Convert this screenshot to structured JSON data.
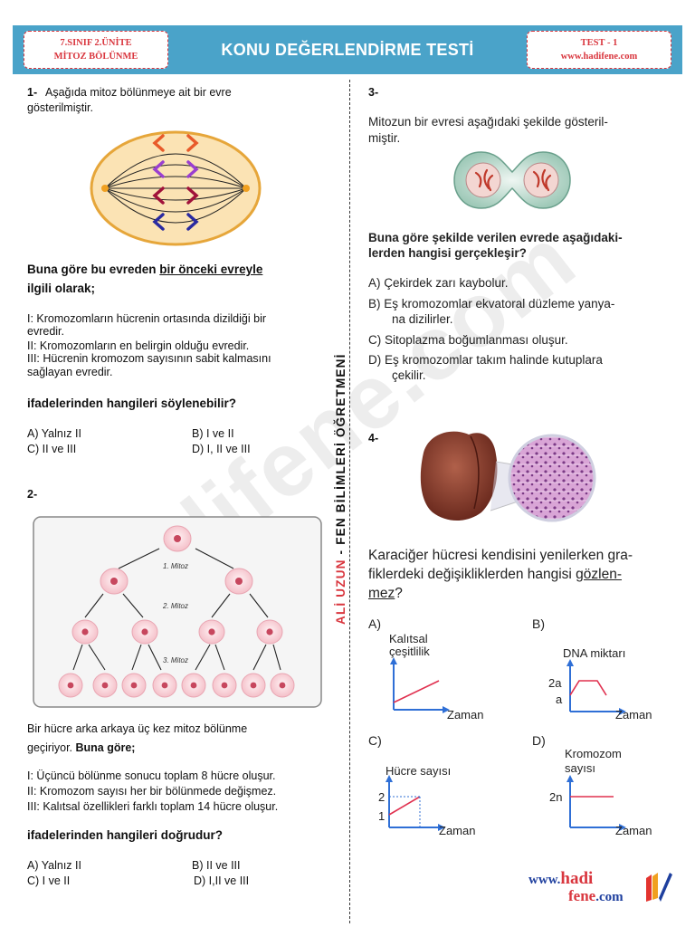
{
  "header": {
    "left_line1": "7.SINIF 2.ÜNİTE",
    "left_line2": "MİTOZ BÖLÜNME",
    "title": "KONU DEĞERLENDİRME TESTİ",
    "right_line1": "TEST - 1",
    "right_line2": "www.hadifene.com"
  },
  "vertical": {
    "red": "ALİ UZUN",
    "black": " - FEN BİLİMLERİ ÖĞRETMENİ"
  },
  "watermark": "hadifene.com",
  "q1": {
    "num": "1-",
    "intro_line1": "Aşağıda mitoz bölünmeye ait bir evre",
    "intro_line2": "gösterilmiştir.",
    "prompt_a": "Buna göre bu evreden ",
    "prompt_underlined": "bir önceki evreyle",
    "prompt_b": "ilgili olarak;",
    "s1_line1": "I: Kromozomların hücrenin ortasında dizildiği bir",
    "s1_line2": "evredir.",
    "s2": "II: Kromozomların en belirgin olduğu evredir.",
    "s3_line1": "III: Hücrenin kromozom sayısının sabit kalmasını",
    "s3_line2": "sağlayan evredir.",
    "question": "ifadelerinden hangileri söylenebilir?",
    "options": {
      "a": "A) Yalnız II",
      "b": "B) I ve II",
      "c": "C) II ve III",
      "d": "D) I, II ve III"
    }
  },
  "q2": {
    "num": "2-",
    "figure_labels": [
      "1. Mitoz",
      "2. Mitoz",
      "3. Mitoz"
    ],
    "text_line1": "Bir hücre arka arkaya üç kez mitoz bölünme",
    "text_line2a": "geçiriyor. ",
    "text_line2b": "Buna göre;",
    "s1": "I: Üçüncü bölünme sonucu toplam 8 hücre oluşur.",
    "s2": "II: Kromozom sayısı her bir bölünmede değişmez.",
    "s3": "III: Kalıtsal özellikleri farklı toplam 14 hücre oluşur.",
    "question": "ifadelerinden hangileri doğrudur?",
    "options": {
      "a": "A) Yalnız II",
      "b": "B) II ve III",
      "c": "C) I ve II",
      "d": "D) I,II ve III"
    }
  },
  "q3": {
    "num": "3-",
    "intro_line1": "Mitozun bir evresi aşağıdaki şekilde gösteril-",
    "intro_line2": "miştir.",
    "question_line1": "Buna göre şekilde verilen evrede aşağıdaki-",
    "question_line2": "lerden hangisi gerçekleşir?",
    "opt_a": "A)  Çekirdek zarı kaybolur.",
    "opt_b1": "B)  Eş kromozomlar ekvatoral düzleme yanya-",
    "opt_b2": "na dizilirler.",
    "opt_c": "C)  Sitoplazma boğumlanması oluşur.",
    "opt_d1": "D)  Eş kromozomlar takım halinde kutuplara",
    "opt_d2": "çekilir."
  },
  "q4": {
    "num": "4-",
    "question_line1": "Karaciğer hücresi kendisini yenilerken gra-",
    "question_line2a": "fiklerdeki değişikliklerden hangisi ",
    "question_line2u": "gözlen-",
    "question_line3u": "mez",
    "question_line3b": "?",
    "graphs": {
      "a": {
        "letter": "A)",
        "title_line1": "Kalıtsal",
        "title_line2": "çeşitlilik",
        "xlabel": "Zaman"
      },
      "b": {
        "letter": "B)",
        "title": "DNA miktarı",
        "tick_hi": "2a",
        "tick_lo": "a",
        "xlabel": "Zaman"
      },
      "c": {
        "letter": "C)",
        "title": "Hücre sayısı",
        "tick_hi": "2",
        "tick_lo": "1",
        "xlabel": "Zaman"
      },
      "d": {
        "letter": "D)",
        "title_line1": "Kromozom",
        "title_line2": "sayısı",
        "tick": "2n",
        "xlabel": "Zaman"
      }
    }
  },
  "footer": {
    "logo_www": "www.",
    "logo_hadi": "hadi",
    "logo_fene": "fene",
    "logo_com": ".com"
  },
  "colors": {
    "header_bg": "#4aa3c9",
    "accent_red": "#d9363e",
    "axis_blue": "#2f6fd6",
    "graph_red": "#e0304f"
  }
}
